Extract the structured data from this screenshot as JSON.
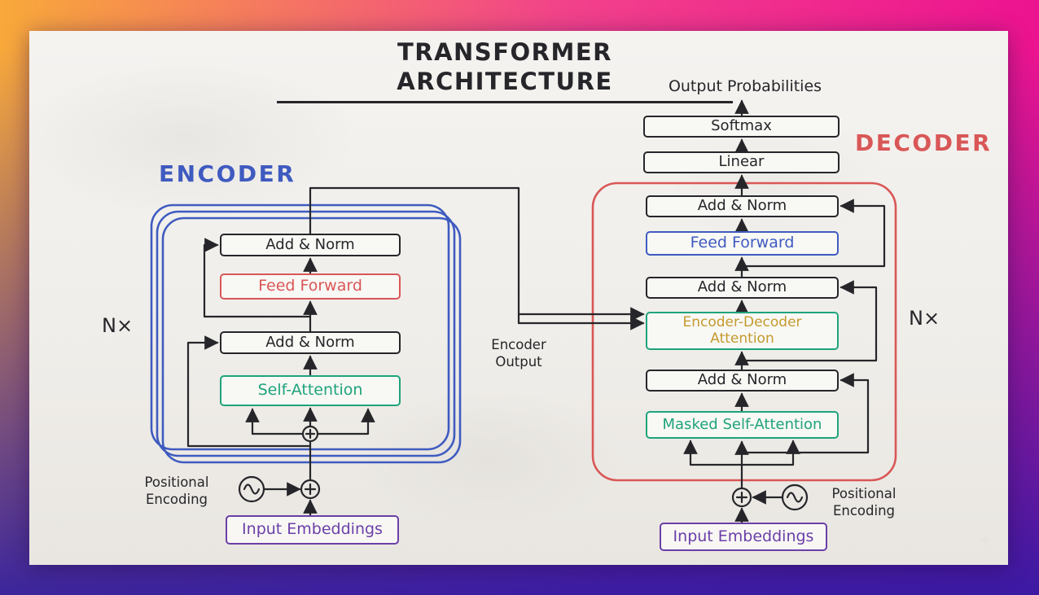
{
  "title": "TRANSFORMER ARCHITECTURE",
  "colors": {
    "ink": "#26262a",
    "encoder_blue": "#3f5bc0",
    "decoder_red": "#d95757",
    "attention_green": "#1fa37c",
    "embedding_purple": "#6b3fa8",
    "gold_text": "#c49a2d"
  },
  "icons": {
    "sparkle": "✦"
  },
  "encoder": {
    "section_label": "ENCODER",
    "repeat_label": "N×",
    "add_norm_top": "Add & Norm",
    "feed_forward": "Feed Forward",
    "add_norm_mid": "Add & Norm",
    "self_attention": "Self-Attention",
    "positional_encoding": "Positional Encoding",
    "input_embeddings": "Input Embeddings"
  },
  "connections": {
    "encoder_output": "Encoder Output"
  },
  "decoder": {
    "section_label": "DECODER",
    "repeat_label": "N×",
    "output_probabilities": "Output Probabilities",
    "softmax": "Softmax",
    "linear": "Linear",
    "add_norm_top": "Add & Norm",
    "feed_forward": "Feed Forward",
    "add_norm_mid": "Add & Norm",
    "encoder_decoder_attention": "Encoder-Decoder Attention",
    "add_norm_bottom": "Add & Norm",
    "masked_self_attention": "Masked Self-Attention",
    "positional_encoding": "Positional Encoding",
    "input_embeddings": "Input Embeddings"
  }
}
